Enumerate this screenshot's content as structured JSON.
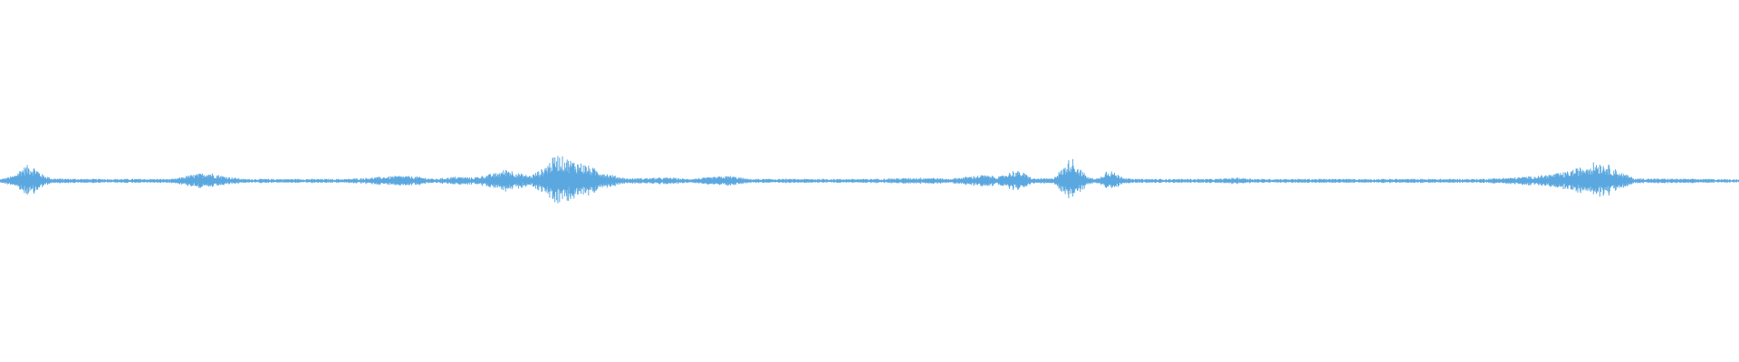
{
  "waveform": {
    "color": "#5ba8e0",
    "background": "#ffffff",
    "amplitude_envelope": [
      [
        0.0,
        0.01
      ],
      [
        0.008,
        0.03
      ],
      [
        0.012,
        0.07
      ],
      [
        0.016,
        0.09
      ],
      [
        0.02,
        0.08
      ],
      [
        0.024,
        0.04
      ],
      [
        0.03,
        0.015
      ],
      [
        0.05,
        0.012
      ],
      [
        0.1,
        0.012
      ],
      [
        0.11,
        0.035
      ],
      [
        0.12,
        0.05
      ],
      [
        0.128,
        0.03
      ],
      [
        0.14,
        0.012
      ],
      [
        0.2,
        0.012
      ],
      [
        0.23,
        0.03
      ],
      [
        0.24,
        0.025
      ],
      [
        0.25,
        0.012
      ],
      [
        0.262,
        0.025
      ],
      [
        0.272,
        0.02
      ],
      [
        0.285,
        0.045
      ],
      [
        0.292,
        0.07
      ],
      [
        0.298,
        0.045
      ],
      [
        0.305,
        0.03
      ],
      [
        0.312,
        0.07
      ],
      [
        0.32,
        0.15
      ],
      [
        0.328,
        0.12
      ],
      [
        0.335,
        0.1
      ],
      [
        0.342,
        0.07
      ],
      [
        0.35,
        0.04
      ],
      [
        0.36,
        0.015
      ],
      [
        0.385,
        0.02
      ],
      [
        0.395,
        0.012
      ],
      [
        0.42,
        0.03
      ],
      [
        0.43,
        0.012
      ],
      [
        0.5,
        0.012
      ],
      [
        0.535,
        0.02
      ],
      [
        0.545,
        0.012
      ],
      [
        0.565,
        0.035
      ],
      [
        0.575,
        0.025
      ],
      [
        0.583,
        0.06
      ],
      [
        0.588,
        0.05
      ],
      [
        0.594,
        0.015
      ],
      [
        0.605,
        0.015
      ],
      [
        0.612,
        0.08
      ],
      [
        0.616,
        0.14
      ],
      [
        0.62,
        0.08
      ],
      [
        0.626,
        0.02
      ],
      [
        0.632,
        0.015
      ],
      [
        0.637,
        0.07
      ],
      [
        0.642,
        0.04
      ],
      [
        0.65,
        0.012
      ],
      [
        0.7,
        0.012
      ],
      [
        0.712,
        0.02
      ],
      [
        0.722,
        0.012
      ],
      [
        0.8,
        0.012
      ],
      [
        0.85,
        0.012
      ],
      [
        0.87,
        0.02
      ],
      [
        0.885,
        0.03
      ],
      [
        0.9,
        0.05
      ],
      [
        0.91,
        0.08
      ],
      [
        0.918,
        0.11
      ],
      [
        0.925,
        0.09
      ],
      [
        0.932,
        0.05
      ],
      [
        0.94,
        0.015
      ],
      [
        1.0,
        0.01
      ]
    ],
    "baseline_noise": 0.006,
    "sample_count": 3000
  }
}
